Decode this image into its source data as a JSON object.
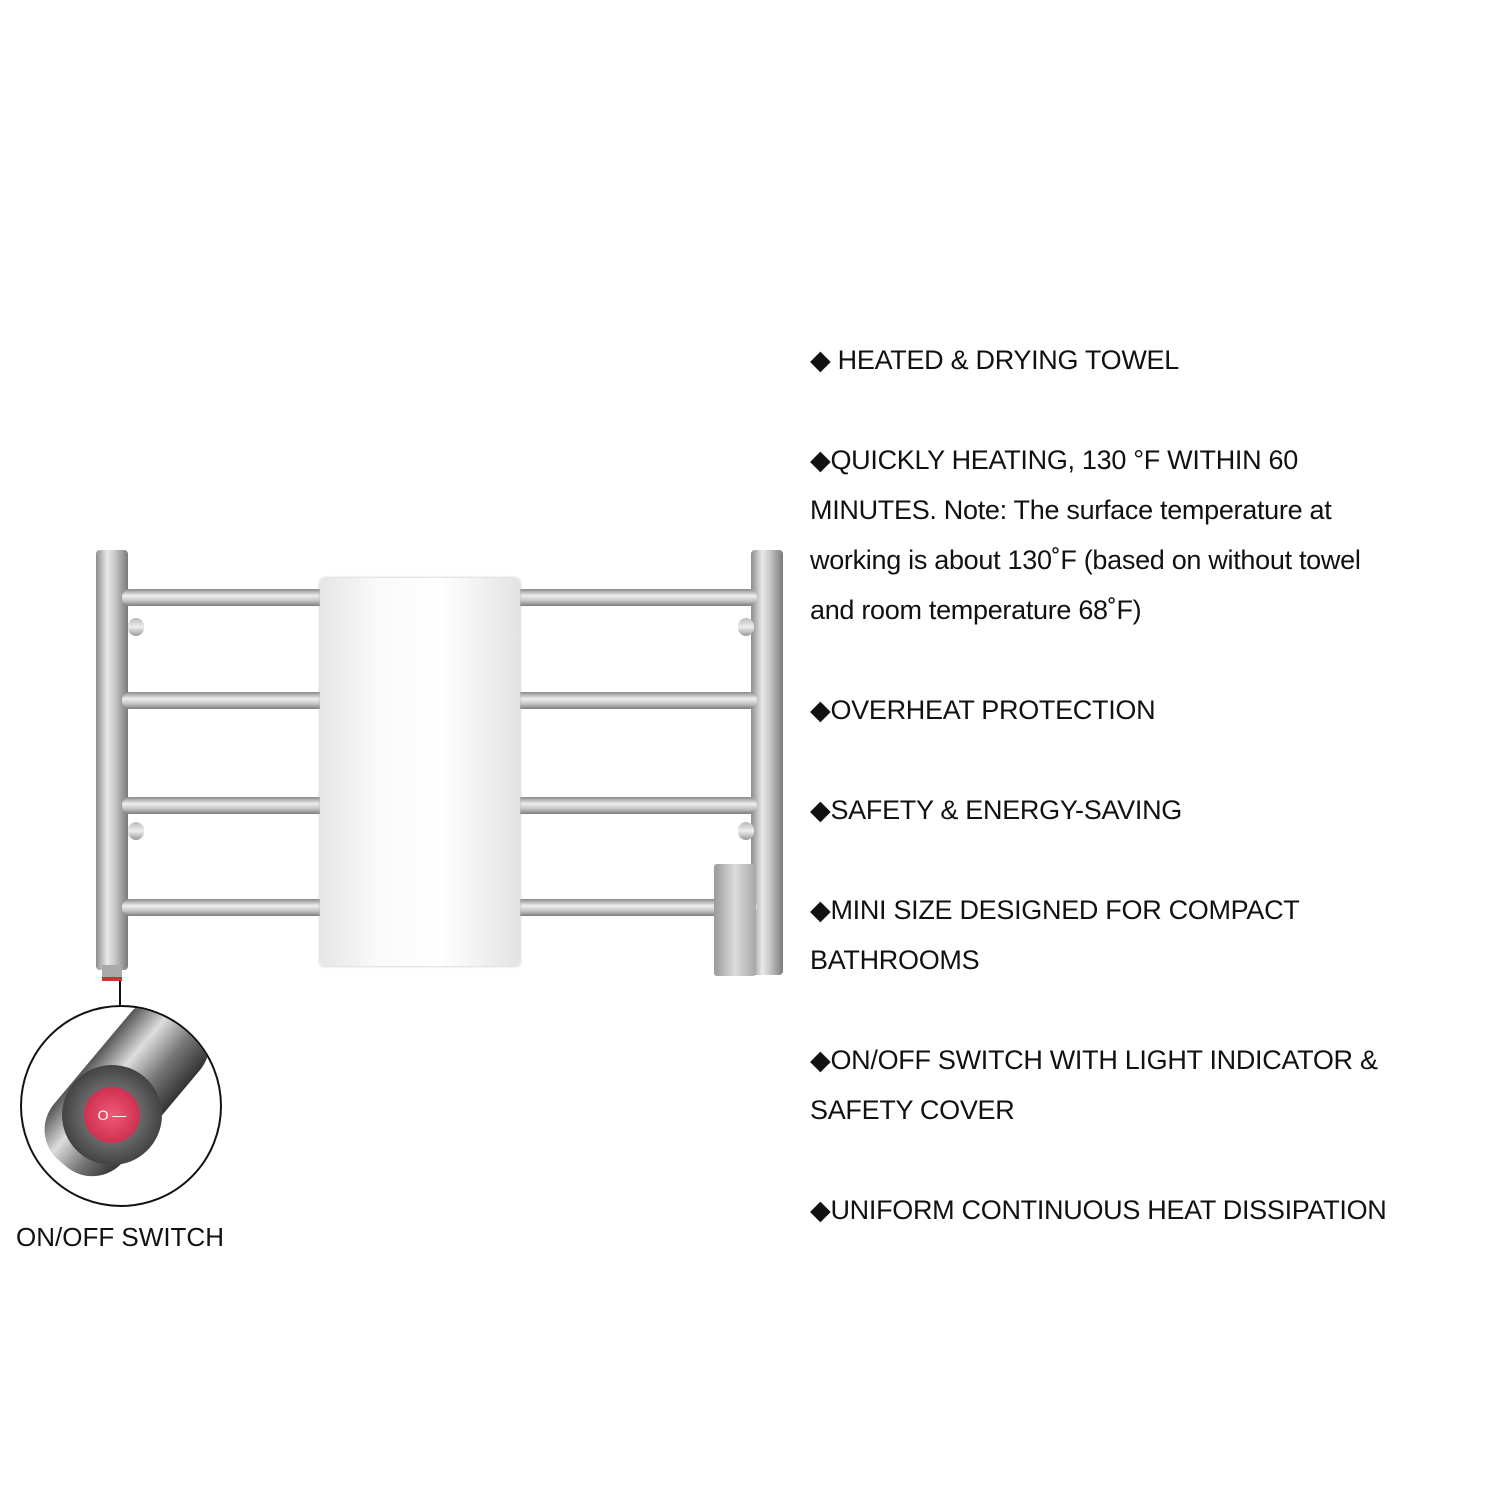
{
  "features": [
    {
      "lines": [
        "◆ HEATED  & DRYING TOWEL"
      ]
    },
    {
      "lines": [
        "◆QUICKLY HEATING,  130 °F  WITHIN 60",
        "MINUTES. Note: The surface temperature at",
        "working is about 130˚F (based on without towel",
        "and room temperature 68˚F)"
      ]
    },
    {
      "lines": [
        "◆OVERHEAT PROTECTION"
      ]
    },
    {
      "lines": [
        "◆SAFETY & ENERGY-SAVING"
      ]
    },
    {
      "lines": [
        "◆MINI SIZE DESIGNED FOR COMPACT",
        "BATHROOMS"
      ]
    },
    {
      "lines": [
        "◆ON/OFF SWITCH WITH LIGHT INDICATOR &",
        "SAFETY COVER"
      ]
    },
    {
      "lines": [
        "◆UNIFORM CONTINUOUS HEAT DISSIPATION"
      ]
    }
  ],
  "switch_callout": {
    "label": "ON/OFF SWITCH",
    "switch_symbols": "O —",
    "switch_color": "#d8304f"
  }
}
